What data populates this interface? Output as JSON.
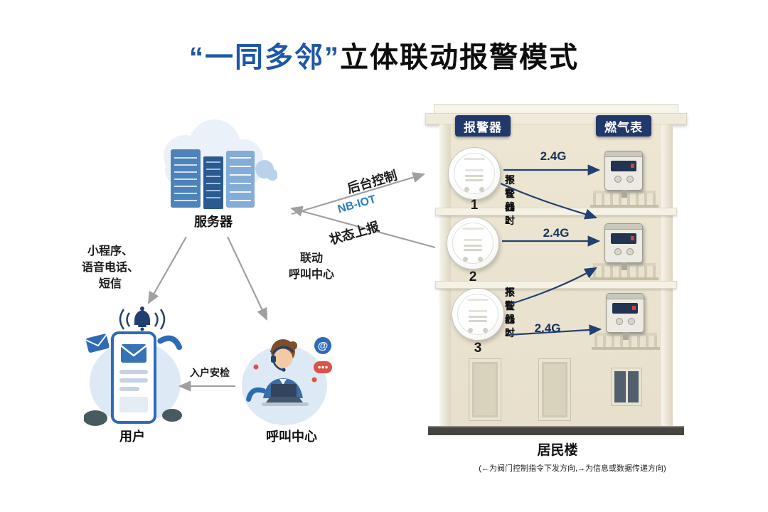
{
  "title": {
    "highlight": "“一同多邻”",
    "rest": "立体联动报警模式"
  },
  "server": {
    "label": "服务器"
  },
  "connections": {
    "backend_control": "后台控制",
    "protocol": "NB-IOT",
    "status_report": "状态上报",
    "notify_line1": "小程序、",
    "notify_line2": "语音电话、",
    "notify_line3": "短信",
    "linkage_line1": "联动",
    "linkage_line2": "呼叫中心",
    "inspection": "入户安检"
  },
  "user": {
    "label": "用户"
  },
  "call_center": {
    "label": "呼叫中心"
  },
  "building": {
    "alarm_header": "报警器",
    "meter_header": "燃气表",
    "label": "居民楼",
    "footnote": "(←为阀门控制指令下发方向,→为信息或数据传递方向)",
    "floors": [
      {
        "number": "1",
        "link": "2.4G"
      },
      {
        "number": "2",
        "link": "2.4G"
      },
      {
        "number": "3",
        "link": "2.4G"
      }
    ],
    "offline_note_line1": "报警器2",
    "offline_note_line2": "不在线时"
  },
  "icons": {
    "at_symbol": "@"
  },
  "colors": {
    "title_blue": "#1d57a5",
    "nbiot_blue": "#2b7cc0",
    "badge_navy": "#21386b",
    "arrow_gray": "#a0a0a0",
    "building_cream": "#ece6d3"
  }
}
